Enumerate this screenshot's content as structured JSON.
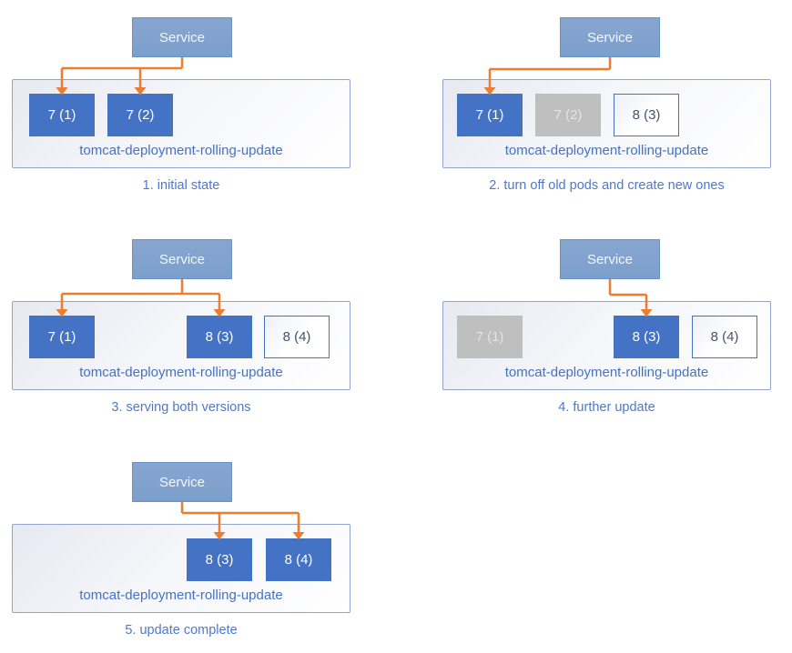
{
  "diagram": {
    "service_label": "Service",
    "deployment_label": "tomcat-deployment-rolling-update",
    "colors": {
      "service_fill": "#7FA1CD",
      "service_border": "#6B91C2",
      "pod_active": "#4472C4",
      "pod_off": "#BFBFBF",
      "pod_new_text": "#44546A",
      "container_border": "#93A3C9",
      "arrow_orange": "#ED7D31",
      "label_blue": "#4472C4",
      "caption_blue": "#4F78CD"
    },
    "panels": [
      {
        "caption": "1. initial state",
        "pods": [
          {
            "label": "7 (1)",
            "state": "active",
            "arrow": true
          },
          {
            "label": "7 (2)",
            "state": "active",
            "arrow": true
          }
        ]
      },
      {
        "caption": "2. turn off old pods and create new ones",
        "pods": [
          {
            "label": "7 (1)",
            "state": "active",
            "arrow": true
          },
          {
            "label": "7 (2)",
            "state": "off",
            "arrow": false
          },
          {
            "label": "8 (3)",
            "state": "new",
            "arrow": false
          }
        ]
      },
      {
        "caption": "3. serving both versions",
        "pods": [
          {
            "label": "7 (1)",
            "state": "active",
            "arrow": true
          },
          {
            "label": "8 (3)",
            "state": "active",
            "arrow": true
          },
          {
            "label": "8 (4)",
            "state": "new",
            "arrow": false
          }
        ]
      },
      {
        "caption": "4. further update",
        "pods": [
          {
            "label": "7 (1)",
            "state": "off",
            "arrow": false
          },
          {
            "label": "8 (3)",
            "state": "active",
            "arrow": true
          },
          {
            "label": "8 (4)",
            "state": "new",
            "arrow": false
          }
        ]
      },
      {
        "caption": "5. update complete",
        "pods": [
          {
            "label": "8 (3)",
            "state": "active",
            "arrow": true
          },
          {
            "label": "8 (4)",
            "state": "active",
            "arrow": true
          }
        ]
      }
    ]
  }
}
